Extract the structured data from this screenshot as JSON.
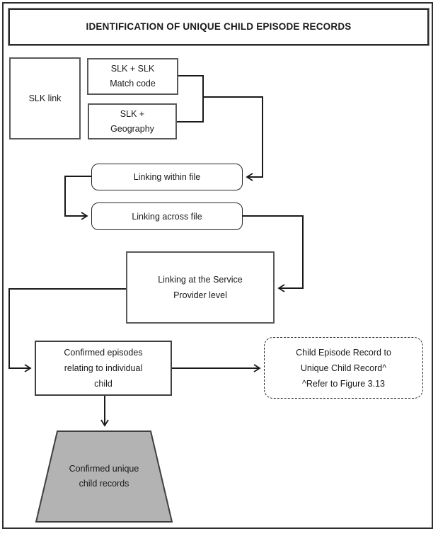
{
  "diagram": {
    "title": "IDENTIFICATION OF UNIQUE CHILD EPISODE RECORDS",
    "nodes": {
      "slk_link": {
        "lines": [
          "SLK link"
        ]
      },
      "slk_match_code": {
        "lines": [
          "SLK + SLK",
          "Match code"
        ]
      },
      "slk_geography": {
        "lines": [
          "SLK +",
          "Geography"
        ]
      },
      "linking_within_file": {
        "lines": [
          "Linking within file"
        ]
      },
      "linking_across_file": {
        "lines": [
          "Linking across file"
        ]
      },
      "service_provider_linking": {
        "lines": [
          "Linking at the Service",
          "Provider level"
        ]
      },
      "confirmed_episodes": {
        "lines": [
          "Confirmed episodes",
          "relating to individual",
          "child"
        ]
      },
      "child_episode_to_unique": {
        "lines": [
          "Child Episode Record to",
          "Unique Child Record^",
          "^Refer to Figure 3.13"
        ]
      },
      "confirmed_unique_child_records": {
        "lines": [
          "Confirmed unique",
          "child records"
        ]
      }
    },
    "colors": {
      "line": "#1a1a1a",
      "gray_border": "#595959",
      "trapezoid_fill": "#b3b3b3",
      "trapezoid_border": "#3f3f3f",
      "background": "#ffffff"
    }
  }
}
